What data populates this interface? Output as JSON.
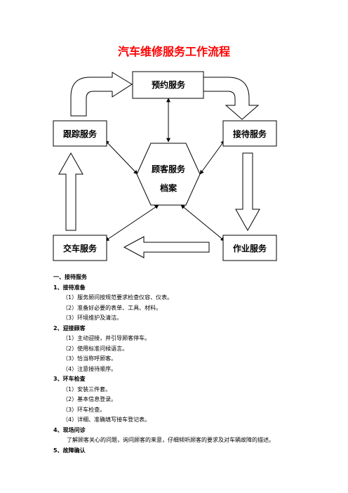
{
  "title": "汽车维修服务工作流程",
  "diagram": {
    "top": "预约服务",
    "left": "跟踪服务",
    "right": "接待服务",
    "center_line1": "顾客服务",
    "center_line2": "档案",
    "bottom_left": "交车服务",
    "bottom_right": "作业服务"
  },
  "content": {
    "s1": "一、接待服务",
    "s1_1": "1、接待准备",
    "s1_1_items": [
      "（1）服务顾问按规范要求检查仪容、仪表。",
      "（2）准备好必要的表单、工具、材料。",
      "（3）环境维护及清洁。"
    ],
    "s1_2": "2、迎接顾客",
    "s1_2_items": [
      "（1）主动迎接，并引导顾客停车。",
      "（2）使用标准问候语言。",
      "（3）恰当称呼顾客。",
      "（4）注意接待顺序。"
    ],
    "s1_3": "3、环车检查",
    "s1_3_items": [
      "（1）安装三件套。",
      "（2）基本信息登录。",
      "（3）环车检查。",
      "（4）详细、准确填写接车登记表。"
    ],
    "s1_4": "4、现场问诊",
    "s1_4_para": "了解顾客关心的问题，询问顾客的来意，仔细倾听顾客的要求及对车辆故障的描述。",
    "s1_5": "5、故障确认"
  }
}
